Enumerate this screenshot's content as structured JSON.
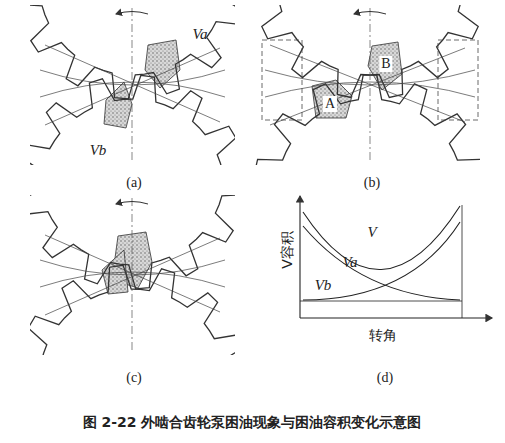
{
  "diagram": {
    "caption": "图 2-22 外啮合齿轮泵困油现象与困油容积变化示意图",
    "labels": [
      "Va",
      "Vb",
      "(a)",
      "A",
      "B",
      "(b)",
      "(c)",
      "V容积",
      "V",
      "Va",
      "Vb",
      "转角",
      "(d)"
    ]
  }
}
